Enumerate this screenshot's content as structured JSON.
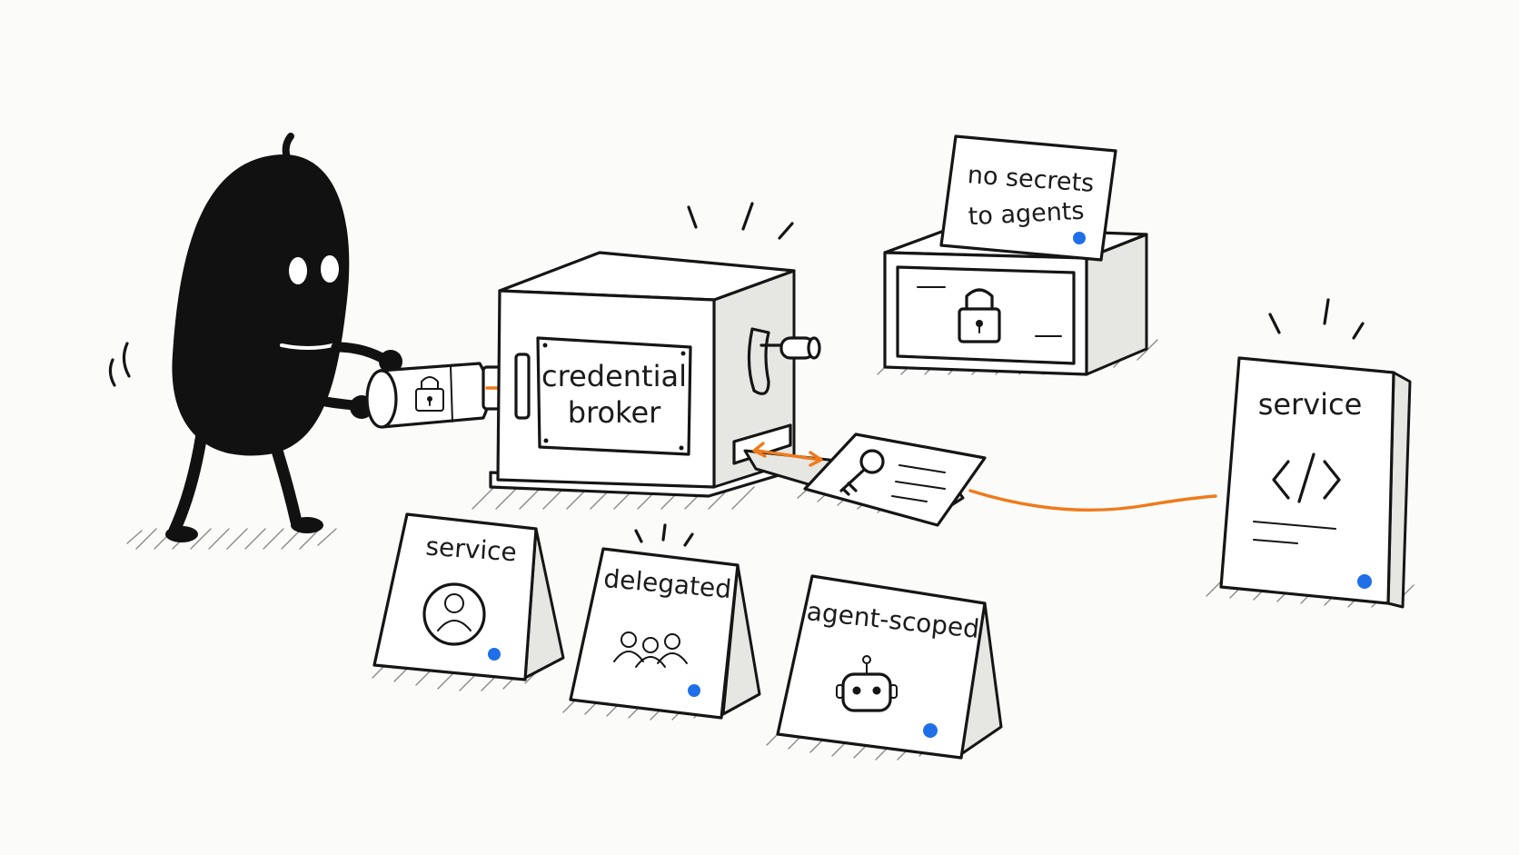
{
  "labels": {
    "broker": [
      "credential",
      "broker"
    ],
    "vault_note": [
      "no secrets",
      "to agents"
    ],
    "target_service": "service",
    "card_service": "service",
    "card_delegated": "delegated",
    "card_agent_scoped": "agent-scoped"
  },
  "icons": {
    "character": "blob-character",
    "canister": "padlock-canister",
    "broker_machine": "crank-machine",
    "vault": "locked-drawer",
    "credential_card": "key-card",
    "target_service": "code-icon",
    "card_service": "user-icon",
    "card_delegated": "group-icon",
    "card_agent_scoped": "robot-icon"
  },
  "colors": {
    "ink": "#151515",
    "flow_accent": "#f07a1a",
    "status_dot": "#1f6fe8",
    "background": "#fbfbfa"
  }
}
